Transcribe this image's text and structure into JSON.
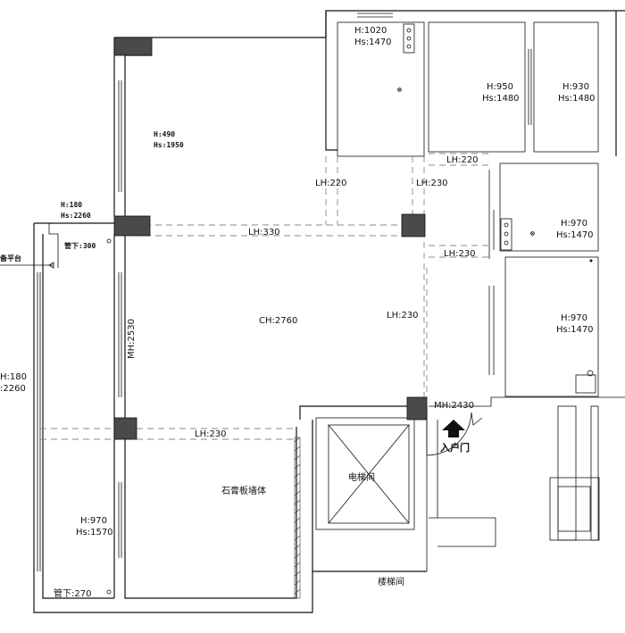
{
  "labels": {
    "ceiling_height": "CH:2760",
    "beam_top_left": "LH:220",
    "beam_top_right": "LH:230",
    "beam_330": "LH:330",
    "beam_vertical": "LH:230",
    "beam_right_a": "LH:220",
    "beam_right_b": "LH:230",
    "beam_bottom": "LH:230",
    "wall_mh": "MH:2530",
    "door_mh": "MH:2430",
    "entrance": "入户门",
    "elevator": "电梯间",
    "stairs": "楼梯间",
    "gypsum_wall": "石膏板墙体",
    "pipe_upper": "管下:300",
    "pipe_lower": "管下:270",
    "platform": "备平台"
  },
  "windows": {
    "top_left_h": "H:490",
    "top_left_hs": "Hs:1950",
    "mid_left_h": "H:180",
    "mid_left_hs": "Hs:2260",
    "far_left_h": "H:180",
    "far_left_hs": ":2260",
    "room_top_h": "H:1020",
    "room_top_hs": "Hs:1470",
    "room_a_h": "H:950",
    "room_a_hs": "Hs:1480",
    "room_b_h": "H:930",
    "room_b_hs": "Hs:1480",
    "room_c_h": "H:970",
    "room_c_hs": "Hs:1470",
    "room_d_h": "H:970",
    "room_d_hs": "Hs:1470",
    "bottom_left_h": "H:970",
    "bottom_left_hs": "Hs:1570"
  }
}
